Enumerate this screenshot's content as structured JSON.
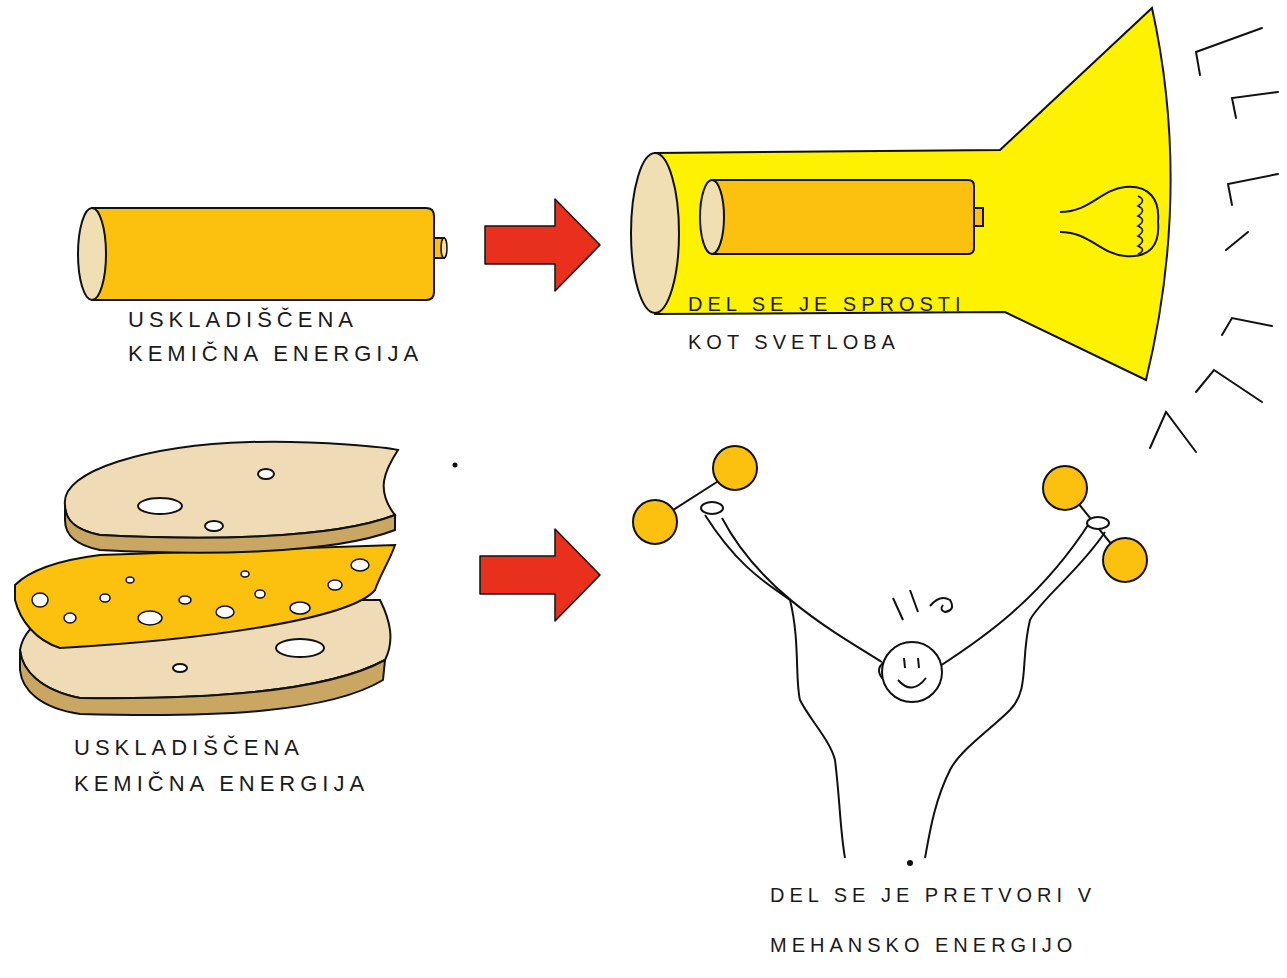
{
  "diagram": {
    "nodes": [
      {
        "text": [
          "USKLADIŠČENA KEMIČNA ENERGIJA"
        ]
      },
      {
        "text": [
          "DEL SE JE SPROSTI KOT SVETLOBA"
        ]
      },
      {
        "text": [
          "USKLADIŠČENA KEMIČNA ENERGIJA"
        ]
      },
      {
        "text": [
          "DEL SE JE PRETVORI V MEHANSKO ENERGIJO"
        ]
      }
    ],
    "edges": [
      {
        "from": 0,
        "to": 1,
        "arrow": "to"
      },
      {
        "from": 2,
        "to": 3,
        "arrow": "to"
      }
    ]
  }
}
